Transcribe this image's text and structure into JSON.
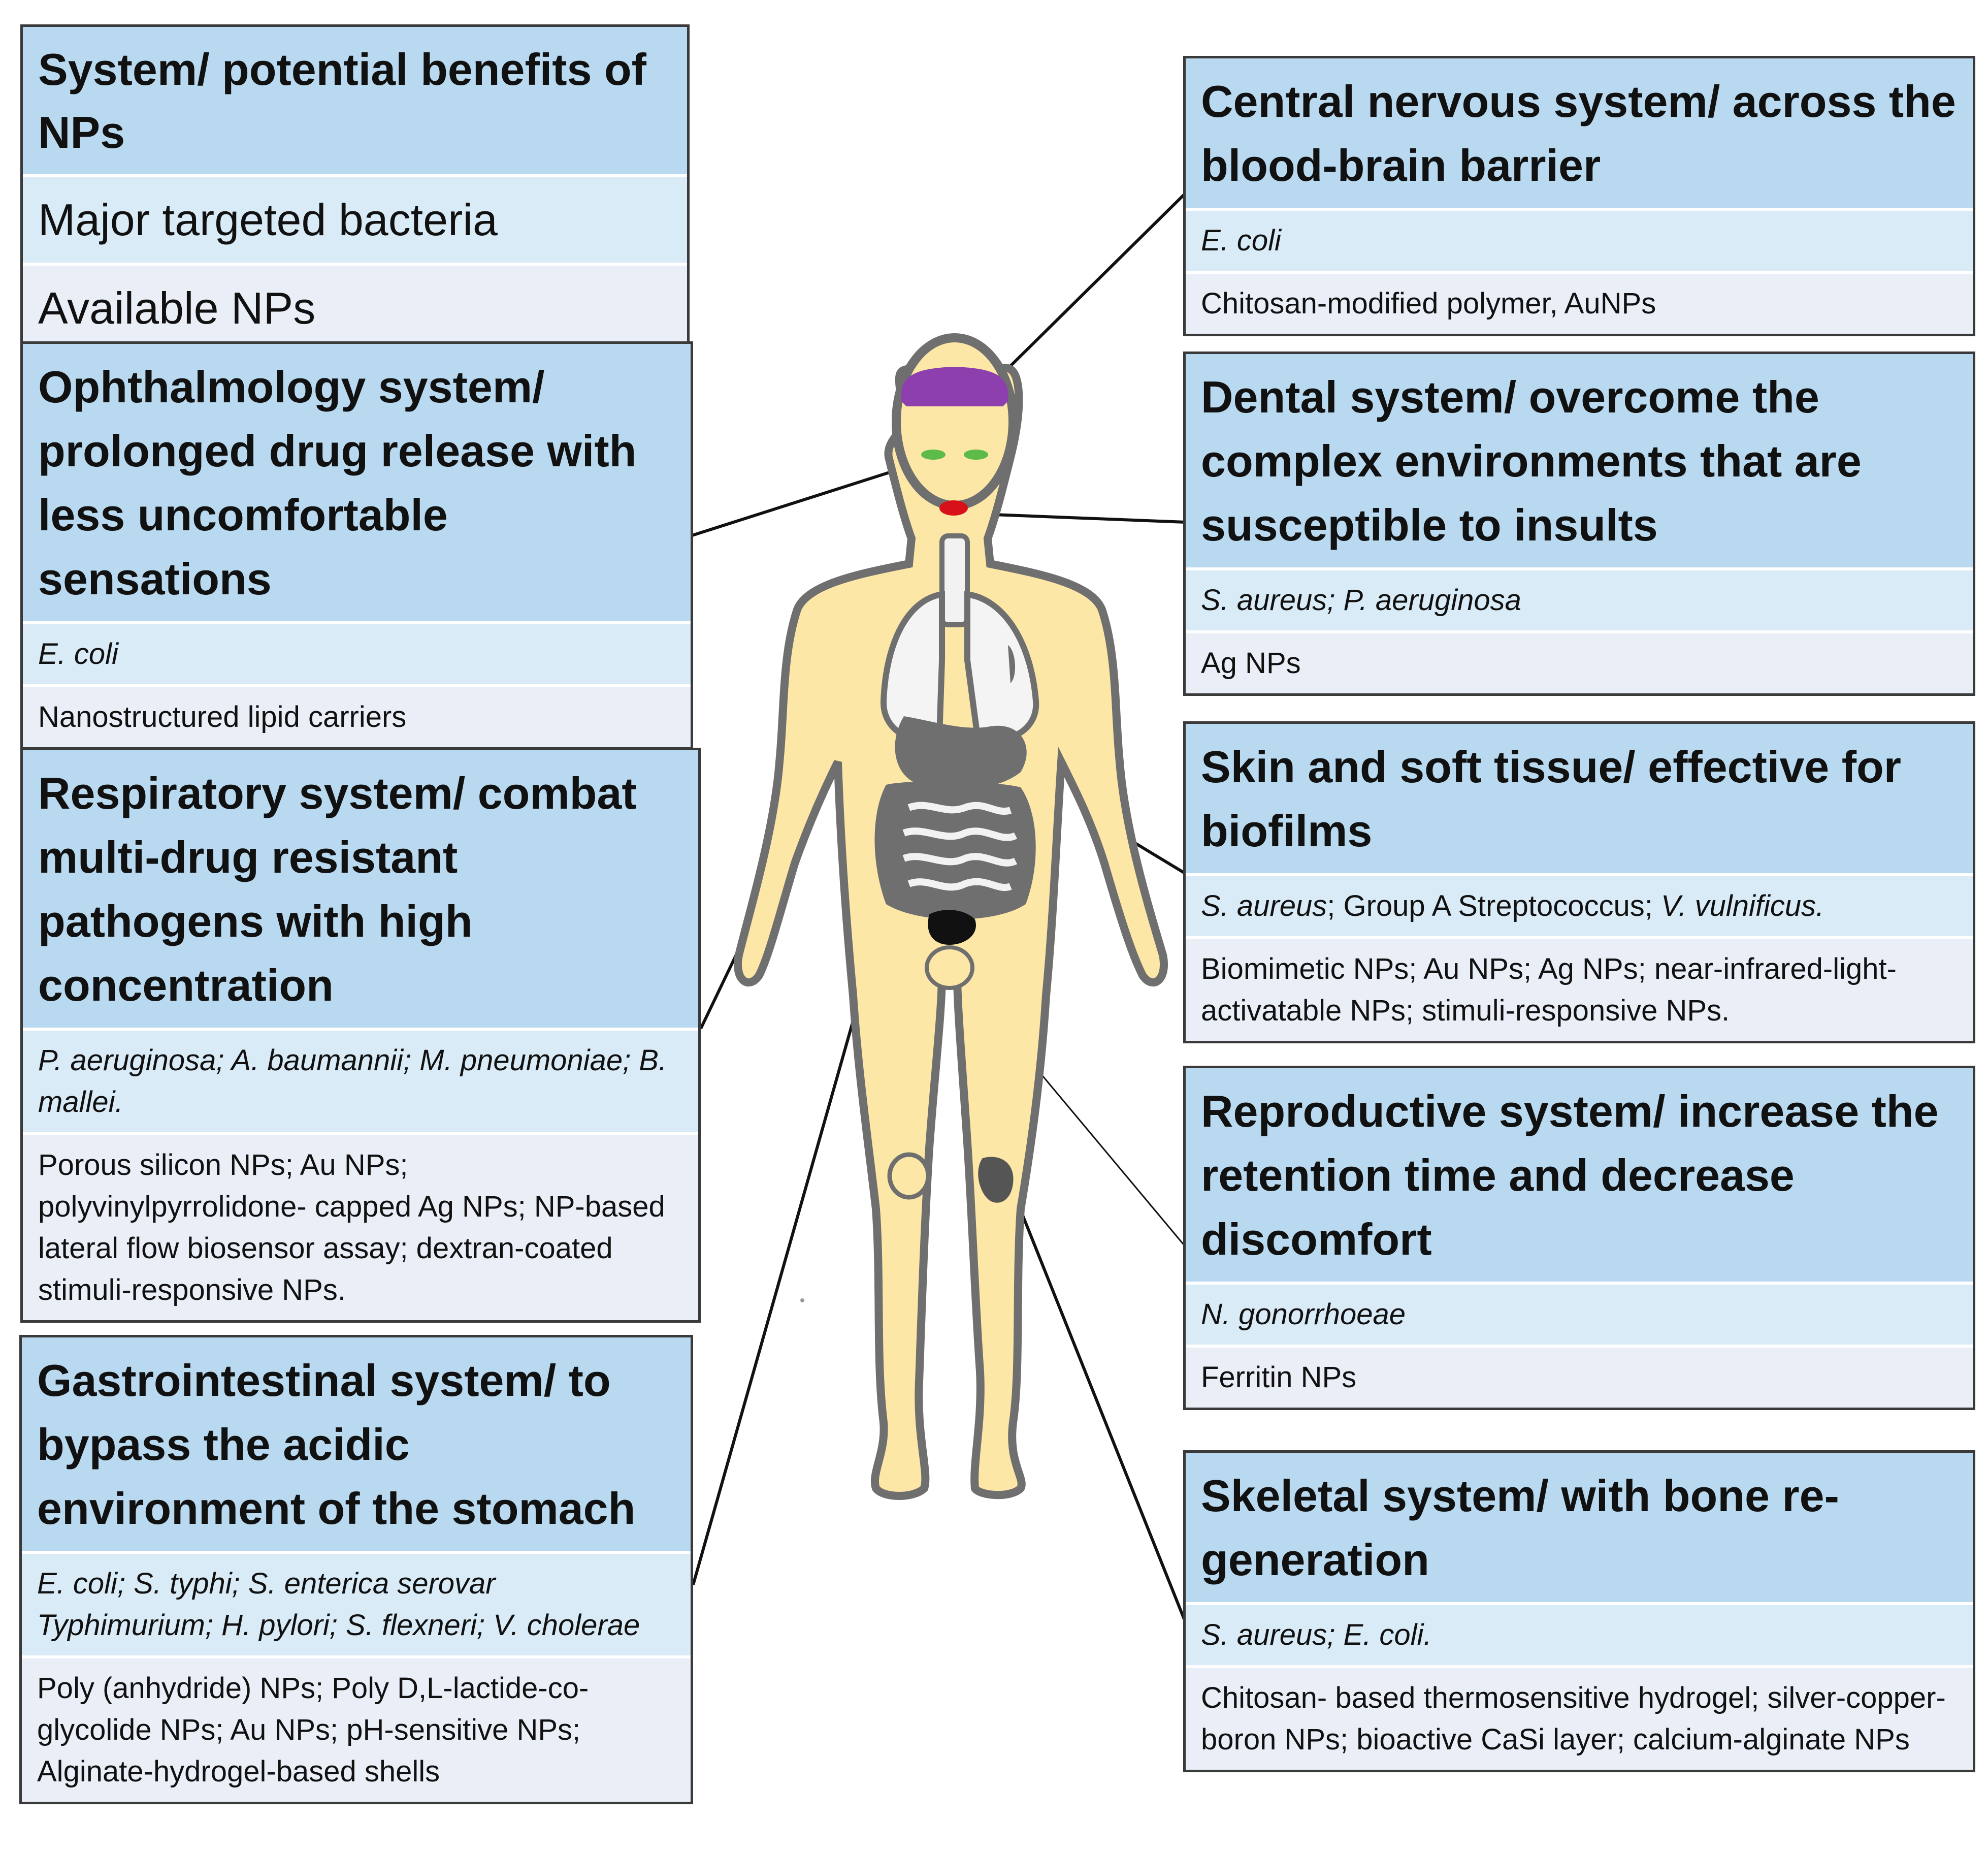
{
  "legend": {
    "head": "System/ potential benefits of NPs",
    "bacteria": "Major targeted bacteria",
    "nps": "Available NPs"
  },
  "cards": {
    "ophthalmology": {
      "head": "Ophthalmology system/ prolonged drug release with less uncomfortable sensations",
      "bacteria": "E. coli",
      "nps": "Nanostructured lipid carriers"
    },
    "respiratory": {
      "head": "Respiratory system/  combat multi-drug resistant pathogens with high concentration",
      "bacteria": "P. aeruginosa; A. baumannii; M. pneumoniae; B. mallei.",
      "nps": "Porous silicon NPs; Au NPs; polyvinylpyrrolidone- capped Ag NPs; NP-based lateral flow biosensor assay; dextran-coated stimuli-responsive NPs."
    },
    "gastrointestinal": {
      "head": "Gastrointestinal system/ to bypass the acidic environment of the stomach",
      "bacteria": "E. coli; S. typhi; S. enterica serovar Typhimurium; H. pylori; S. flexneri; V. cholerae",
      "nps": "Poly (anhydride) NPs; Poly D,L-lactide-co-glycolide NPs; Au NPs; pH-sensitive NPs; Alginate-hydrogel-based shells"
    },
    "cns": {
      "head": "Central nervous system/ across the blood-brain barrier",
      "bacteria": "E. coli",
      "nps": "Chitosan-modified polymer, AuNPs"
    },
    "dental": {
      "head": "Dental system/ overcome the complex environments that are susceptible to insults",
      "bacteria": "S. aureus; P. aeruginosa",
      "nps": "Ag NPs"
    },
    "skin": {
      "head": "Skin and soft tissue/ effective for biofilms",
      "bacteria_parts": [
        "S. aureus",
        "; Group A Streptococcus; ",
        "V. vulnificus."
      ],
      "nps": "Biomimetic NPs; Au NPs; Ag NPs; near-infrared-light- activatable NPs; stimuli-responsive NPs."
    },
    "reproductive": {
      "head": "Reproductive system/ increase the retention time and decrease discomfort",
      "bacteria": "N. gonorrhoeae",
      "nps": "Ferritin NPs"
    },
    "skeletal": {
      "head": "Skeletal system/ with bone re-generation",
      "bacteria": "S. aureus; E. coli.",
      "nps": "Chitosan- based thermosensitive hydrogel; silver-copper-boron NPs; bioactive CaSi layer; calcium-alginate NPs"
    }
  },
  "colors": {
    "head_bg": "#b8d9ef",
    "bacteria_bg": "#d9ebf7",
    "nps_bg": "#e9eef7",
    "skin": "#fde7a6",
    "organs": "#6f6f6f",
    "brain": "#8e3fae",
    "eyes": "#5dbb4a",
    "mouth": "#d8101a"
  }
}
